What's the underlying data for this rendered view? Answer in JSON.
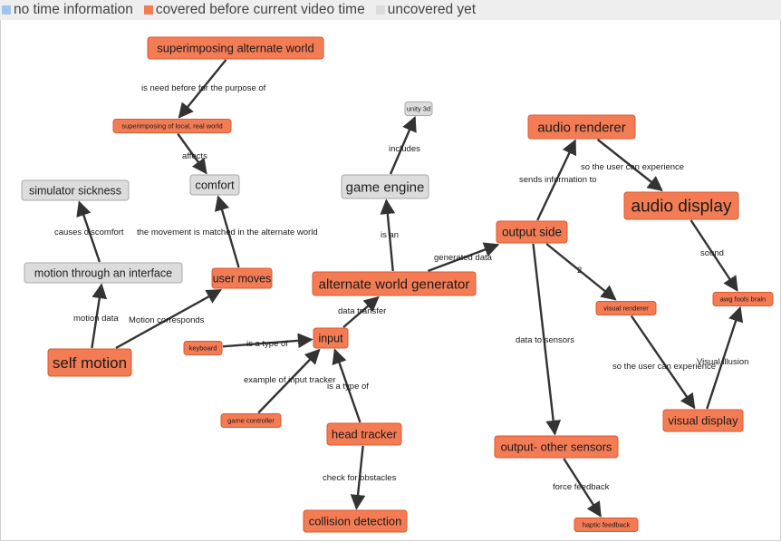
{
  "legend": [
    {
      "label": "no time information",
      "color": "#9ec5ee"
    },
    {
      "label": "covered before current video time",
      "color": "#f47c55"
    },
    {
      "label": "uncovered yet",
      "color": "#dcdcdc"
    }
  ],
  "styles": {
    "covered": {
      "fill": "#f47c55",
      "stroke": "#d9592f",
      "text": "#1a1a1a"
    },
    "uncovered": {
      "fill": "#dcdcdc",
      "stroke": "#a8a8a8",
      "text": "#222222"
    }
  },
  "nodes": [
    {
      "id": "superimposing_alt",
      "label": "superimposing alternate world",
      "status": "covered"
    },
    {
      "id": "superimposing_local",
      "label": "superimposing of local, real world",
      "status": "covered"
    },
    {
      "id": "simulator_sickness",
      "label": "simulator sickness",
      "status": "uncovered"
    },
    {
      "id": "comfort",
      "label": "comfort",
      "status": "uncovered"
    },
    {
      "id": "motion_interface",
      "label": "motion through an interface",
      "status": "uncovered"
    },
    {
      "id": "user_moves",
      "label": "user moves",
      "status": "covered"
    },
    {
      "id": "self_motion",
      "label": "self motion",
      "status": "covered"
    },
    {
      "id": "keyboard",
      "label": "keyboard",
      "status": "covered"
    },
    {
      "id": "input",
      "label": "input",
      "status": "covered"
    },
    {
      "id": "game_controller",
      "label": "game controller",
      "status": "covered"
    },
    {
      "id": "head_tracker",
      "label": "head tracker",
      "status": "covered"
    },
    {
      "id": "collision_detection",
      "label": "collision detection",
      "status": "covered"
    },
    {
      "id": "unity3d",
      "label": "unity 3d",
      "status": "uncovered"
    },
    {
      "id": "game_engine",
      "label": "game engine",
      "status": "uncovered"
    },
    {
      "id": "alt_world_gen",
      "label": "alternate world generator",
      "status": "covered"
    },
    {
      "id": "output_side",
      "label": "output side",
      "status": "covered"
    },
    {
      "id": "audio_renderer",
      "label": "audio renderer",
      "status": "covered"
    },
    {
      "id": "audio_display",
      "label": "audio display",
      "status": "covered"
    },
    {
      "id": "visual_renderer",
      "label": "visual renderer",
      "status": "covered"
    },
    {
      "id": "awg_fools_brain",
      "label": "awg fools brain",
      "status": "covered"
    },
    {
      "id": "visual_display",
      "label": "visual display",
      "status": "covered"
    },
    {
      "id": "output_other_sensors",
      "label": "output- other sensors",
      "status": "covered"
    },
    {
      "id": "haptic_feedback",
      "label": "haptic feedback",
      "status": "covered"
    }
  ],
  "edges": [
    {
      "from": "superimposing_alt",
      "to": "superimposing_local",
      "label": "is need before for the purpose of"
    },
    {
      "from": "superimposing_local",
      "to": "comfort",
      "label": "affects"
    },
    {
      "from": "motion_interface",
      "to": "simulator_sickness",
      "label": "causes discomfort"
    },
    {
      "from": "user_moves",
      "to": "comfort",
      "label": "the movement is matched in the alternate world"
    },
    {
      "from": "self_motion",
      "to": "motion_interface",
      "label": "motion data"
    },
    {
      "from": "self_motion",
      "to": "user_moves",
      "label": "Motion corresponds"
    },
    {
      "from": "keyboard",
      "to": "input",
      "label": "is a type of"
    },
    {
      "from": "game_controller",
      "to": "input",
      "label": "example of input tracker"
    },
    {
      "from": "head_tracker",
      "to": "input",
      "label": "is a type of"
    },
    {
      "from": "head_tracker",
      "to": "collision_detection",
      "label": "check for obstacles"
    },
    {
      "from": "input",
      "to": "alt_world_gen",
      "label": "data transfer"
    },
    {
      "from": "alt_world_gen",
      "to": "game_engine",
      "label": "is an"
    },
    {
      "from": "game_engine",
      "to": "unity3d",
      "label": "includes"
    },
    {
      "from": "alt_world_gen",
      "to": "output_side",
      "label": "generated data"
    },
    {
      "from": "output_side",
      "to": "audio_renderer",
      "label": "sends information to"
    },
    {
      "from": "audio_renderer",
      "to": "audio_display",
      "label": "so the user can experience"
    },
    {
      "from": "output_side",
      "to": "visual_renderer",
      "label": "2"
    },
    {
      "from": "output_side",
      "to": "output_other_sensors",
      "label": "data to sensors"
    },
    {
      "from": "audio_display",
      "to": "awg_fools_brain",
      "label": "sound"
    },
    {
      "from": "visual_renderer",
      "to": "visual_display",
      "label": "so the user can experience"
    },
    {
      "from": "visual_display",
      "to": "awg_fools_brain",
      "label": "Visual illusion"
    },
    {
      "from": "output_other_sensors",
      "to": "haptic_feedback",
      "label": "force feedback"
    }
  ]
}
